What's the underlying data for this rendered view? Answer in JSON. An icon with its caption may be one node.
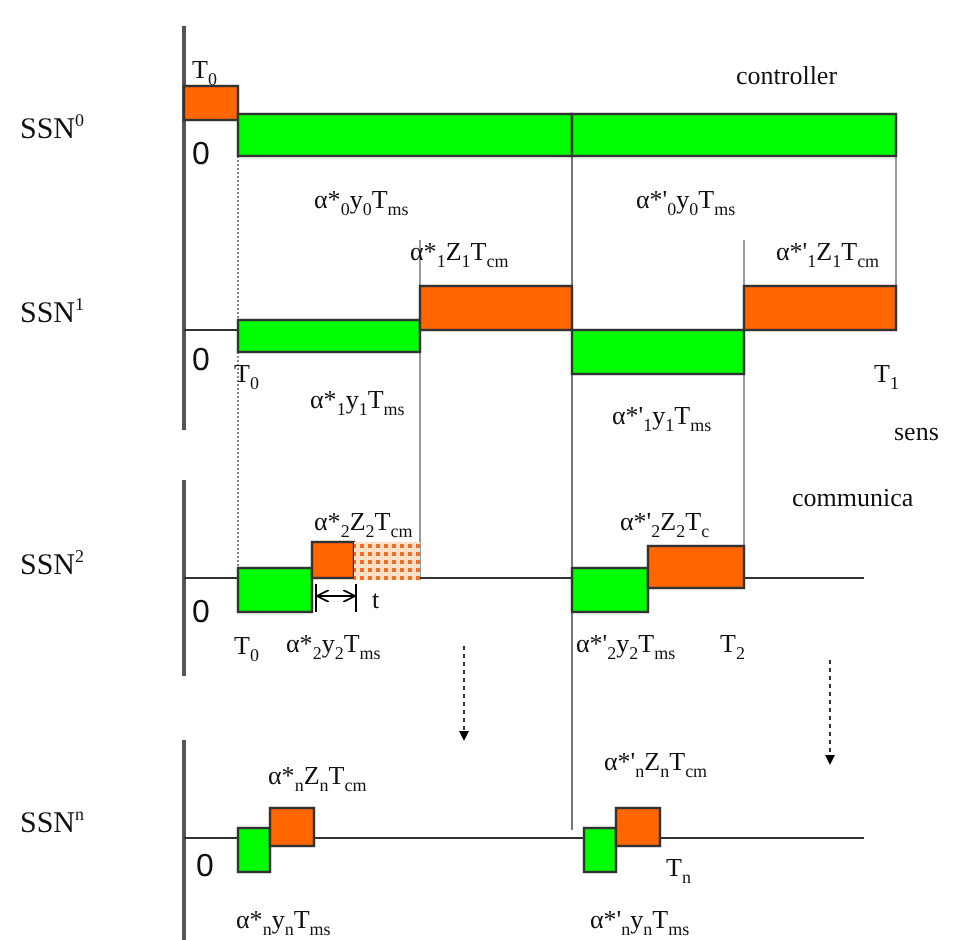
{
  "diagram": {
    "labels": [
      "T$_{0}$",
      "controller",
      "SSN$^{0}$",
      "0",
      "α*$_{0}$y$_{0}$T$_{ms}$",
      "α*'$_{0}$y$_{0}$T$_{ms}$",
      "α*$_{1}$Z$_{1}$T$_{cm}$",
      "α*'$_{1}$Z$_{1}$T$_{cm}$",
      "SSN$^{1}$",
      "0",
      "T$_{0}$",
      "T$_{1}$",
      "α*$_{1}$y$_{1}$T$_{ms}$",
      "α*'$_{1}$y$_{1}$T$_{ms}$",
      "sens",
      "communica",
      "α*$_{2}$Z$_{2}$T$_{cm}$",
      "α*'$_{2}$Z$_{2}$T$_{c}$",
      "SSN$^{2}$",
      "t",
      "0",
      "T$_{0}$",
      "α*$_{2}$y$_{2}$T$_{ms}$",
      "α*'$_{2}$y$_{2}$T$_{ms}$",
      "T$_{2}$",
      "α*$_{n}$Z$_{n}$T$_{cm}$",
      "α*'$_{n}$Z$_{n}$T$_{cm}$",
      "SSN$^{n}$",
      "0",
      "T$_{n}$",
      "α*$_{n}$y$_{n}$T$_{ms}$",
      "α*'$_{n}$y$_{n}$T$_{ms}$"
    ]
  }
}
